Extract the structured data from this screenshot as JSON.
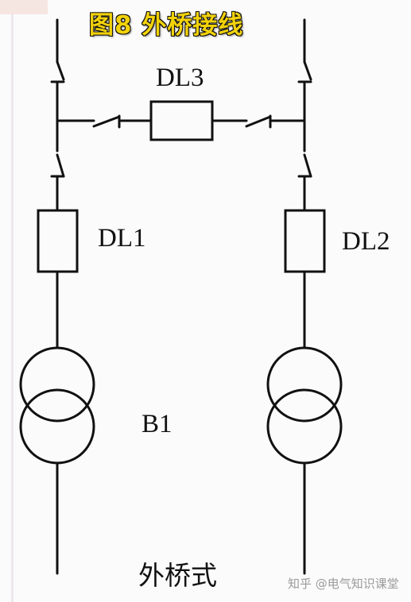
{
  "title": "图8 外桥接线",
  "labels": {
    "breaker_bridge": "DL3",
    "breaker_left": "DL1",
    "breaker_right": "DL2",
    "transformer": "B1"
  },
  "caption": "外桥式",
  "watermark": "知乎 @电气知识课堂",
  "colors": {
    "title_fill": "#f2d20a",
    "title_outline": "#1a1a1a",
    "line": "#111111",
    "watermark": "#9a9a9a"
  }
}
